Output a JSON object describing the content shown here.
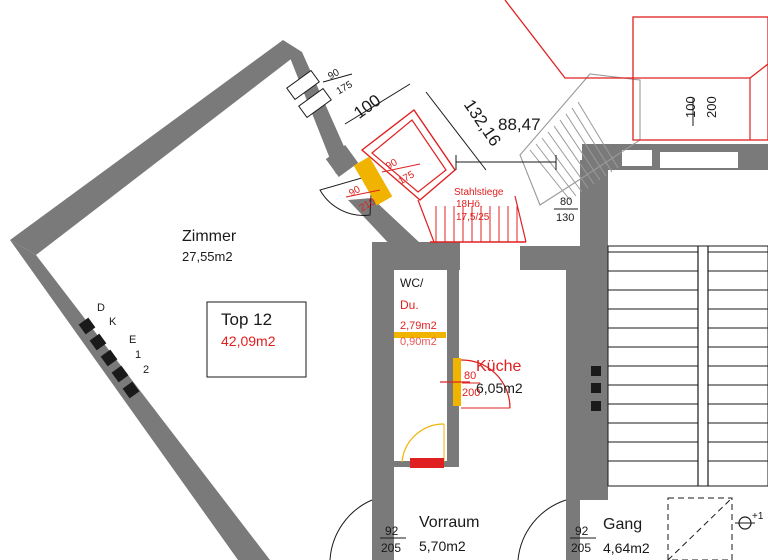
{
  "rooms": {
    "zimmer": {
      "name": "Zimmer",
      "area": "27,55m2"
    },
    "wc": {
      "name_line1": "WC/",
      "name_line2": "Du.",
      "area": "2,79m2",
      "area_alt": "0,90m2"
    },
    "kueche": {
      "name": "Küche",
      "area": "6,05m2"
    },
    "vorraum": {
      "name": "Vorraum",
      "area": "5,70m2"
    },
    "gang": {
      "name": "Gang",
      "area": "4,64m2"
    }
  },
  "unit_box": {
    "name": "Top  12",
    "area": "42,09m2"
  },
  "stair": {
    "label": "Stahlstiege",
    "steps": "18Hö.",
    "ratio": "17,5/25"
  },
  "dimensions": {
    "d_100": "100",
    "d_132": "132,16",
    "d_8847": "88,47",
    "win_top": {
      "top": "90",
      "bottom": "175"
    },
    "win_yellow": {
      "top": "90",
      "bottom": "175"
    },
    "door_zimmer": {
      "top": "90",
      "bottom": "210"
    },
    "door_stair": {
      "top": "80",
      "bottom": "130"
    },
    "door_kueche": {
      "top": "80",
      "bottom": "200"
    },
    "door_vorraum": {
      "top": "92",
      "bottom": "205"
    },
    "door_gang": {
      "top": "92",
      "bottom": "205"
    },
    "window_right": {
      "left": "100",
      "right": "200"
    },
    "level_mark": "+1"
  },
  "vent_labels": [
    "D",
    "K",
    "E",
    "1",
    "2"
  ],
  "colors": {
    "wall": "#7a7a7a",
    "red": "#e02020",
    "yellow": "#f0b400",
    "ink": "#1a1a1a"
  }
}
